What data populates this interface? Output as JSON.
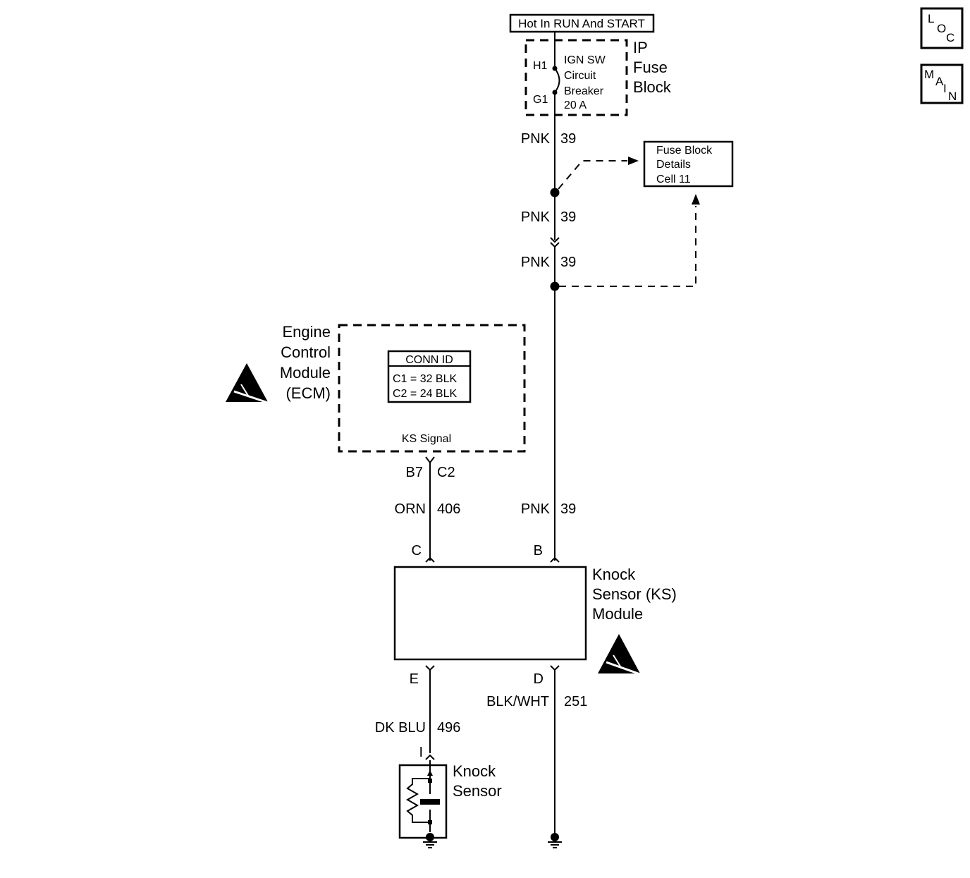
{
  "power": {
    "source": "Hot In RUN And START"
  },
  "ip_fuse_block": {
    "name_lines": [
      "IP",
      "Fuse",
      "Block"
    ],
    "breaker_lines": [
      "IGN SW",
      "Circuit",
      "Breaker",
      "20 A"
    ],
    "pin_top": "H1",
    "pin_bottom": "G1"
  },
  "fuse_block_details": {
    "lines": [
      "Fuse Block",
      "Details",
      "Cell 11"
    ]
  },
  "wires": {
    "pnk_color": "PNK",
    "pnk_circuit": "39",
    "orn_color": "ORN",
    "orn_circuit": "406",
    "dkblu_color": "DK BLU",
    "dkblu_circuit": "496",
    "blkwht_color": "BLK/WHT",
    "blkwht_circuit": "251"
  },
  "ecm": {
    "name_lines": [
      "Engine",
      "Control",
      "Module",
      "(ECM)"
    ],
    "conn_id_title": "CONN ID",
    "conn_id_rows": [
      "C1 = 32 BLK",
      "C2 = 24 BLK"
    ],
    "signal_label": "KS Signal",
    "pin": "B7",
    "connector": "C2"
  },
  "ks_module": {
    "name_lines": [
      "Knock",
      "Sensor (KS)",
      "Module"
    ],
    "pin_c": "C",
    "pin_b": "B",
    "pin_e": "E",
    "pin_d": "D"
  },
  "knock_sensor": {
    "name_lines": [
      "Knock",
      "Sensor"
    ],
    "pin": "I"
  },
  "nav": {
    "loc": [
      "L",
      "O",
      "C"
    ],
    "main": [
      "M",
      "A",
      "I",
      "N"
    ]
  },
  "colors": {
    "ink": "#000000",
    "background": "#ffffff"
  }
}
